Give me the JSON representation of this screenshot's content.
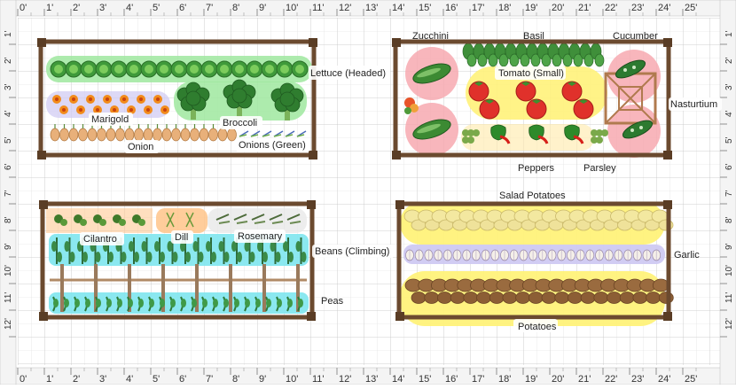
{
  "ruler": {
    "labels": [
      "0'",
      "1'",
      "2'",
      "3'",
      "4'",
      "5'",
      "6'",
      "7'",
      "8'",
      "9'",
      "10'",
      "11'",
      "12'",
      "13'",
      "14'",
      "15'",
      "16'",
      "17'",
      "18'",
      "19'",
      "20'",
      "21'",
      "22'",
      "23'",
      "24'",
      "25'"
    ],
    "vlabels": [
      "1'",
      "2'",
      "3'",
      "4'",
      "5'",
      "6'",
      "7'",
      "8'",
      "9'",
      "10'",
      "11'",
      "12'"
    ]
  },
  "beds": {
    "top_left": {
      "lettuce": "Lettuce (Headed)",
      "marigold": "Marigold",
      "broccoli": "Broccoli",
      "onion": "Onion",
      "onions_green": "Onions (Green)"
    },
    "top_right": {
      "zucchini": "Zucchini",
      "basil": "Basil",
      "cucumber": "Cucumber",
      "tomato_small": "Tomato (Small)",
      "nasturtium": "Nasturtium",
      "peppers": "Peppers",
      "parsley": "Parsley"
    },
    "bottom_left": {
      "cilantro": "Cilantro",
      "dill": "Dill",
      "rosemary": "Rosemary",
      "beans": "Beans (Climbing)",
      "peas": "Peas"
    },
    "bottom_right": {
      "salad_potatoes": "Salad Potatoes",
      "garlic": "Garlic",
      "potatoes": "Potatoes"
    }
  },
  "colors": {
    "frame": "#6b4a2f",
    "grid": "#d9d9d9",
    "green_zone": "#9fe79f",
    "yellow_zone": "#fff27a",
    "pink_zone": "#f7a9b0",
    "orange_zone": "#ffc48a",
    "cyan_zone": "#7ee6ee",
    "lavender_zone": "#cfc9f2"
  }
}
